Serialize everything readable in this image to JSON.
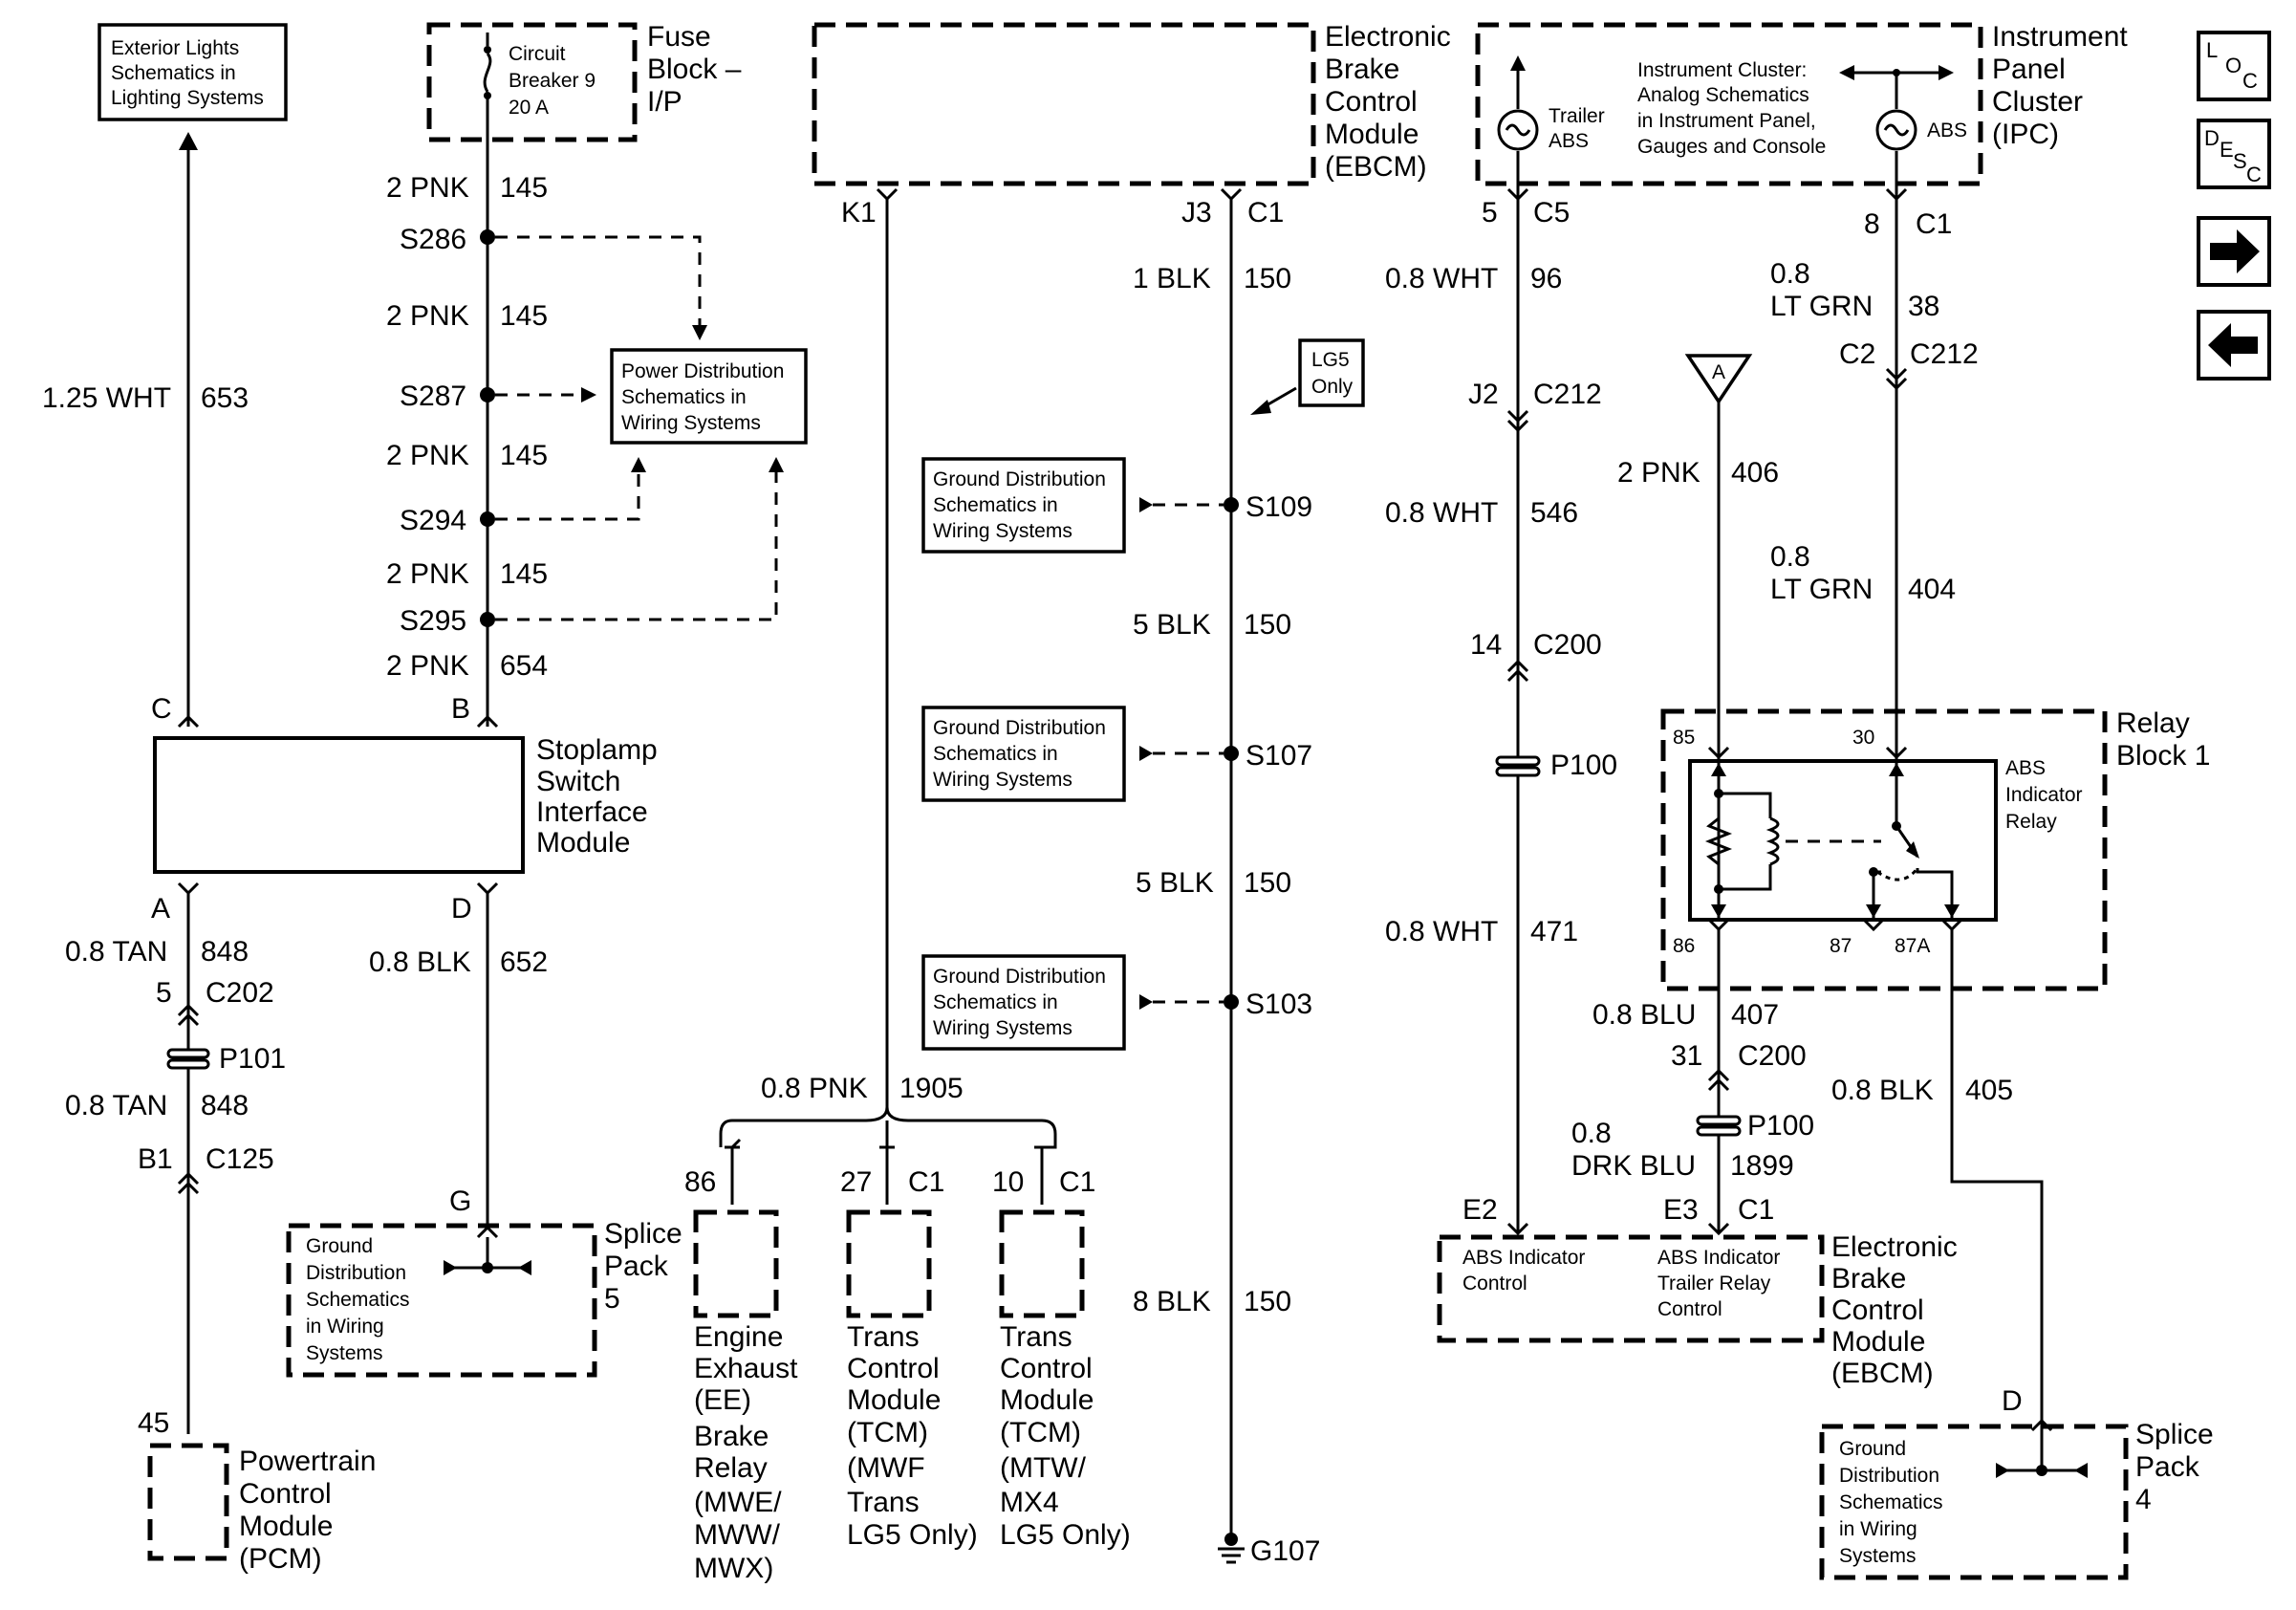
{
  "modules": {
    "exterior_lights": [
      "Exterior Lights",
      "Schematics in",
      "Lighting Systems"
    ],
    "fuse_block": [
      "Fuse",
      "Block –",
      "I/P"
    ],
    "circuit_breaker": [
      "Circuit",
      "Breaker 9",
      "20 A"
    ],
    "ebcm_top": [
      "Electronic",
      "Brake",
      "Control",
      "Module",
      "(EBCM)"
    ],
    "ipc": [
      "Instrument",
      "Panel",
      "Cluster",
      "(IPC)"
    ],
    "ipc_note": [
      "Instrument Cluster:",
      "Analog Schematics",
      "in Instrument Panel,",
      "Gauges and Console"
    ],
    "trailer_abs": [
      "Trailer",
      "ABS"
    ],
    "abs_lamp": "ABS",
    "power_distribution": [
      "Power Distribution",
      "Schematics in",
      "Wiring Systems"
    ],
    "lg5_only": [
      "LG5",
      "Only"
    ],
    "ground_dist": [
      "Ground Distribution",
      "Schematics in",
      "Wiring Systems"
    ],
    "stoplamp": [
      "Stoplamp",
      "Switch",
      "Interface",
      "Module"
    ],
    "splice_pack_5_box": [
      "Ground",
      "Distribution",
      "Schematics",
      "in Wiring",
      "Systems"
    ],
    "splice_pack_5": [
      "Splice",
      "Pack",
      "5"
    ],
    "pcm": [
      "Powertrain",
      "Control",
      "Module",
      "(PCM)"
    ],
    "ee_relay": [
      "Engine",
      "Exhaust",
      "(EE)",
      "Brake",
      "Relay",
      "(MWE/",
      "MWW/",
      "MWX)"
    ],
    "tcm_1": [
      "Trans",
      "Control",
      "Module",
      "(TCM)",
      "(MWF",
      "Trans",
      "LG5 Only)"
    ],
    "tcm_2": [
      "Trans",
      "Control",
      "Module",
      "(TCM)",
      "(MTW/",
      "MX4",
      "LG5 Only)"
    ],
    "relay_block": [
      "Relay",
      "Block 1"
    ],
    "abs_relay": [
      "ABS",
      "Indicator",
      "Relay"
    ],
    "ebcm_bottom": [
      "Electronic",
      "Brake",
      "Control",
      "Module",
      "(EBCM)"
    ],
    "abs_indicator_control": [
      "ABS Indicator",
      "Control"
    ],
    "abs_trailer_relay_control": [
      "ABS Indicator",
      "Trailer Relay",
      "Control"
    ],
    "splice_pack_4_box": [
      "Ground",
      "Distribution",
      "Schematics",
      "in Wiring",
      "Systems"
    ],
    "splice_pack_4": [
      "Splice",
      "Pack",
      "4"
    ]
  },
  "wires": {
    "wht_653": [
      "1.25 WHT",
      "653"
    ],
    "pnk_145": [
      "2 PNK",
      "145"
    ],
    "pnk_654": [
      "2 PNK",
      "654"
    ],
    "tan_848": [
      "0.8 TAN",
      "848"
    ],
    "blk_652": [
      "0.8 BLK",
      "652"
    ],
    "pnk_1905": [
      "0.8 PNK",
      "1905"
    ],
    "blk_150_1": [
      "1 BLK",
      "150"
    ],
    "blk_150_5": [
      "5 BLK",
      "150"
    ],
    "blk_150_8": [
      "8 BLK",
      "150"
    ],
    "wht_96": [
      "0.8 WHT",
      "96"
    ],
    "wht_546": [
      "0.8 WHT",
      "546"
    ],
    "wht_471": [
      "0.8 WHT",
      "471"
    ],
    "ltgrn_38": [
      "0.8",
      "LT GRN",
      "38"
    ],
    "ltgrn_404": [
      "0.8",
      "LT GRN",
      "404"
    ],
    "pnk_406": [
      "2 PNK",
      "406"
    ],
    "blu_407": [
      "0.8 BLU",
      "407"
    ],
    "drkblu_1899": [
      "0.8",
      "DRK BLU",
      "1899"
    ],
    "blk_405": [
      "0.8 BLK",
      "405"
    ]
  },
  "splices": [
    "S286",
    "S287",
    "S294",
    "S295",
    "S109",
    "S107",
    "S103"
  ],
  "pass_throughs": [
    "P101",
    "P100",
    "P100"
  ],
  "ground": "G107",
  "connectors": {
    "c": "C",
    "b": "B",
    "a": "A",
    "d": "D",
    "g": "G",
    "c202": [
      "5",
      "C202"
    ],
    "c125": [
      "B1",
      "C125"
    ],
    "pcm_pin": "45",
    "k1": "K1",
    "j3": "J3",
    "c1": "C1",
    "c5": [
      "5",
      "C5"
    ],
    "ipc_c1": [
      "8",
      "C1"
    ],
    "j2": [
      "J2",
      "C212"
    ],
    "c2": [
      "C2",
      "C212"
    ],
    "c200_14": [
      "14",
      "C200"
    ],
    "c200_31": [
      "31",
      "C200"
    ],
    "e2": "E2",
    "e3": [
      "E3",
      "C1"
    ],
    "ee_pin": "86",
    "tcm1_pin": [
      "27",
      "C1"
    ],
    "tcm2_pin": [
      "10",
      "C1"
    ],
    "relay_pins": [
      "85",
      "30",
      "86",
      "87",
      "87A"
    ],
    "sp4_d": "D",
    "splice_a": "A"
  },
  "nav": {
    "loc": [
      "L",
      "O",
      "C"
    ],
    "desc": [
      "D",
      "E",
      "S",
      "C"
    ]
  }
}
